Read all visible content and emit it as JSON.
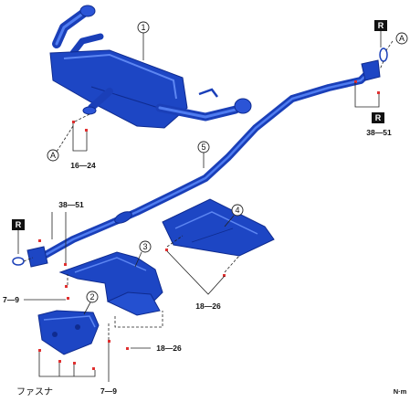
{
  "callouts": [
    "1",
    "2",
    "3",
    "4",
    "5"
  ],
  "torques": {
    "rear_hanger": "16—24",
    "front_flange_top": "38—51",
    "front_flange_left": "38—51",
    "cover_left": "7—9",
    "cover_center": "18—26",
    "cover_right": "18—26",
    "cover_bottom": "7—9"
  },
  "replace_label": "R",
  "gasket_ref": "A",
  "fastener_label": "ファスナ",
  "unit_label": "N·m",
  "colors": {
    "part_blue": "#1a3fb8",
    "highlight_blue": "#4f7cf0",
    "bolt_red": "#e03030",
    "label_bg": "#111111"
  }
}
